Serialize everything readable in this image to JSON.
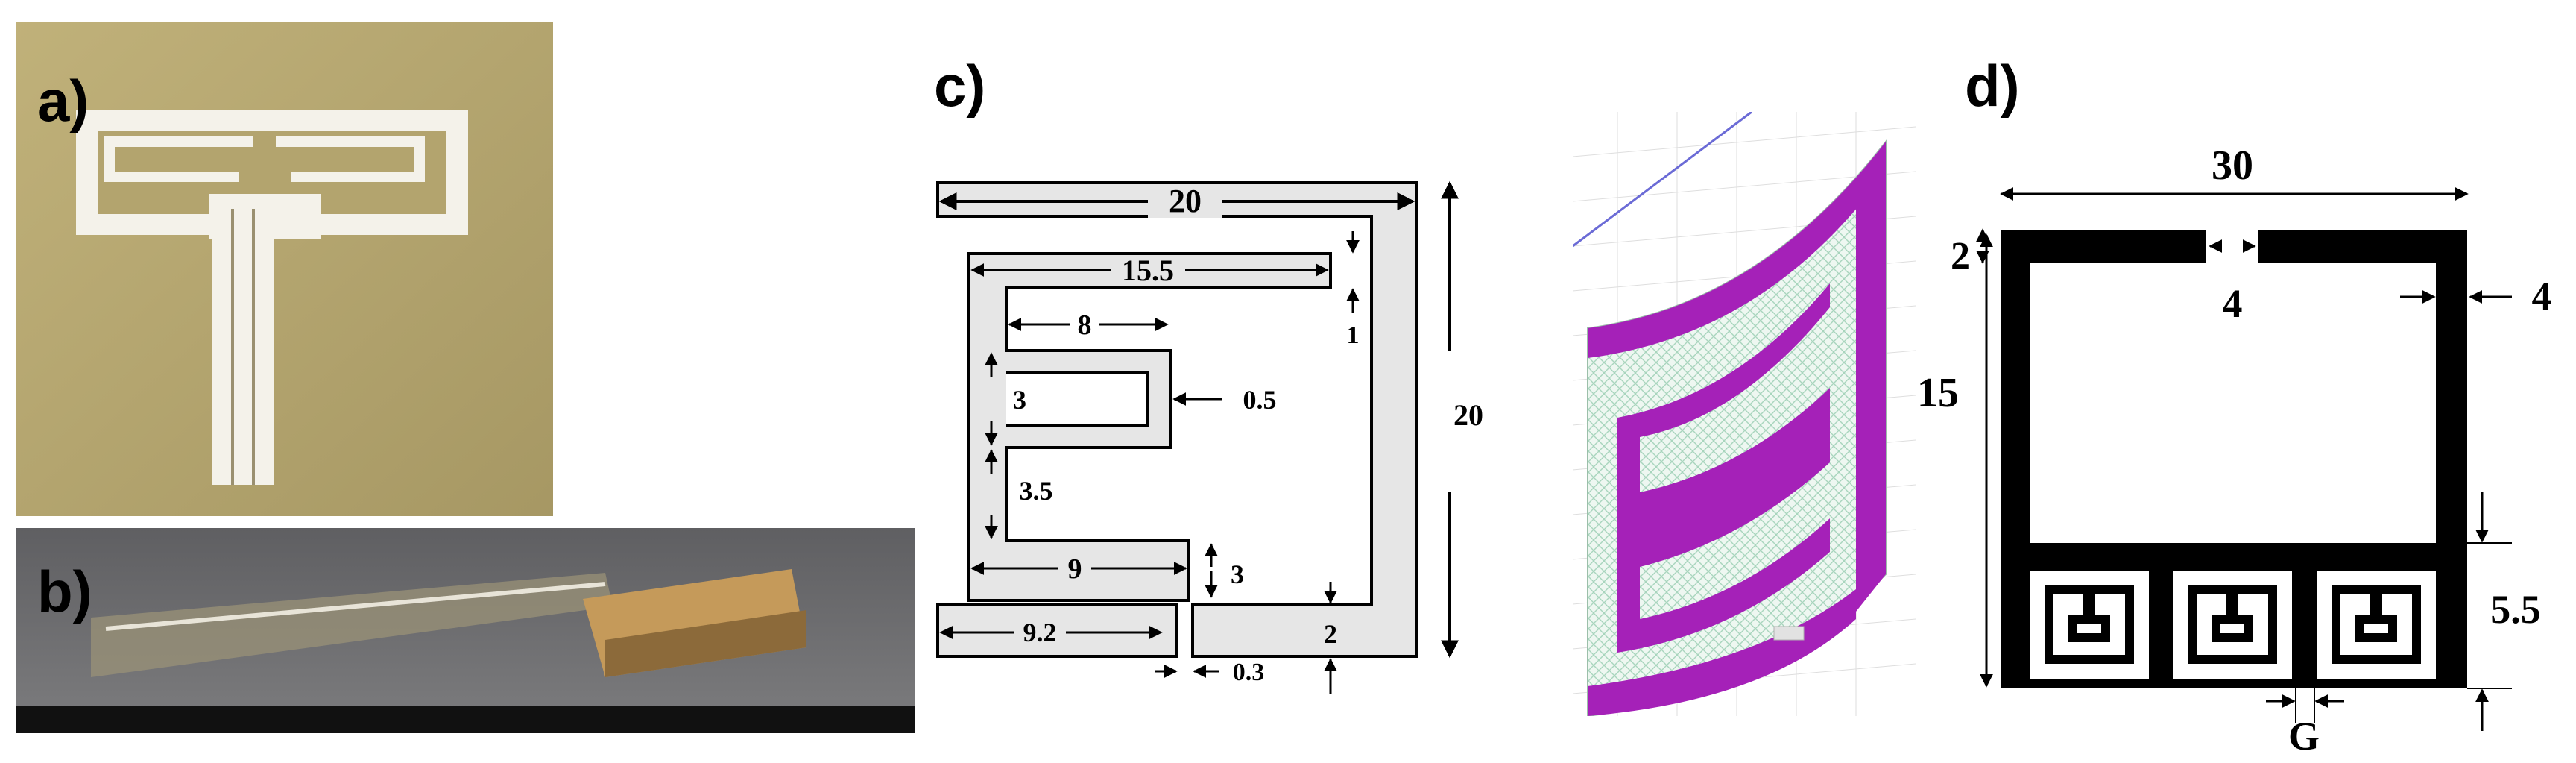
{
  "panel_labels": {
    "a": "a)",
    "b": "b)",
    "c": "c)",
    "d": "d)"
  },
  "colors": {
    "photo_a_bg": "#b3a46e",
    "photo_b_bg": "#6d6d6f",
    "trace_gray": "#e6e6e6",
    "sim_purple": "#a521b8",
    "sim_mesh": "#cfe8dc",
    "ink": "#000000"
  },
  "panel_c_dims": {
    "d20_top": "20",
    "d15_5": "15.5",
    "d1": "1",
    "d8": "8",
    "d3_upper": "3",
    "d0_5": "0.5",
    "d3_5": "3.5",
    "d9": "9",
    "d3_lower": "3",
    "d9_2": "9.2",
    "d2": "2",
    "d0_3": "0.3",
    "d20_right": "20"
  },
  "panel_d_dims": {
    "d30": "30",
    "d2": "2",
    "d4_gap": "4",
    "d4_side": "4",
    "d15": "15",
    "d5_5": "5.5",
    "dG": "G"
  }
}
